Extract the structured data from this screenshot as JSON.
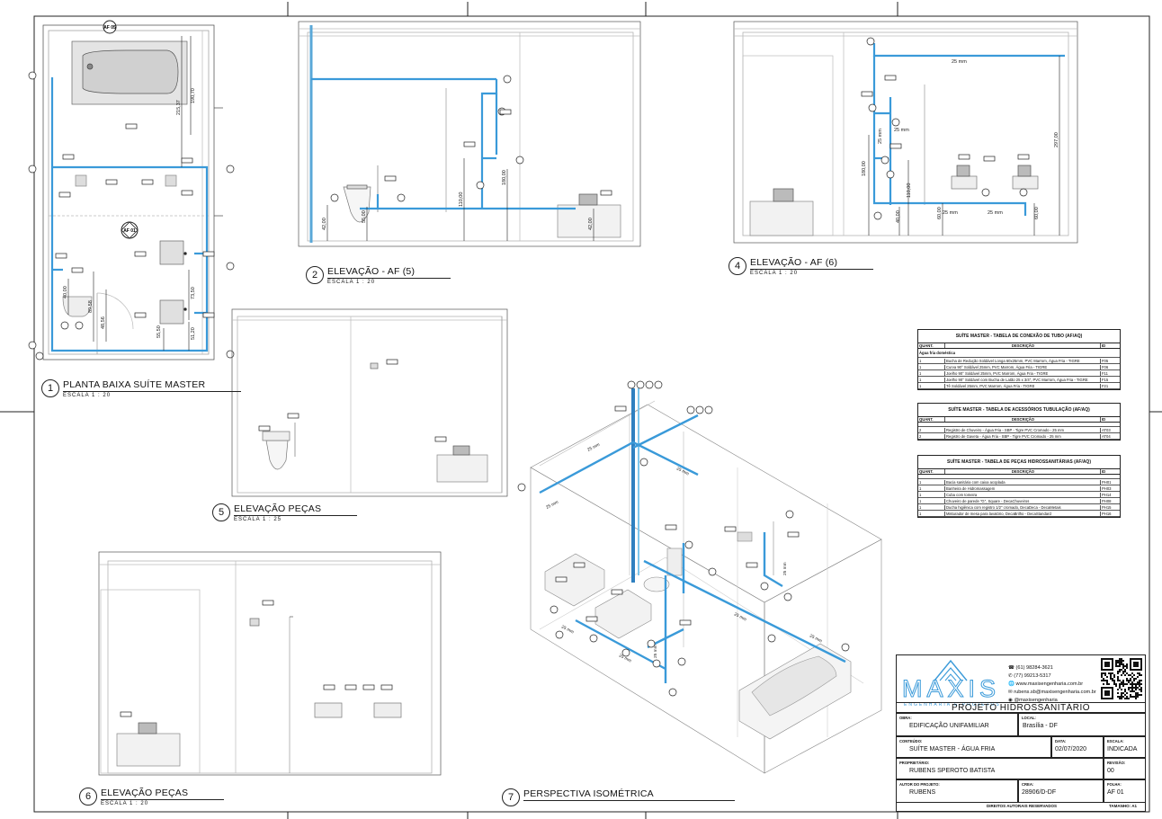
{
  "views": [
    {
      "num": "1",
      "name": "PLANTA BAIXA SUÍTE MASTER",
      "scale": "ESCALA  1 : 20"
    },
    {
      "num": "2",
      "name": "ELEVAÇÃO - AF (5)",
      "scale": "ESCALA  1 : 20"
    },
    {
      "num": "4",
      "name": "ELEVAÇÃO - AF (6)",
      "scale": "ESCALA  1 : 20"
    },
    {
      "num": "5",
      "name": "ELEVAÇÃO PEÇAS",
      "scale": "ESCALA  1 : 25"
    },
    {
      "num": "6",
      "name": "ELEVAÇÃO PEÇAS",
      "scale": "ESCALA  1 : 20"
    },
    {
      "num": "7",
      "name": "PERSPECTIVA ISOMÉTRICA",
      "scale": ""
    }
  ],
  "plan_tags": {
    "section_top": "AF 05",
    "section_mid": "AF 01"
  },
  "dims": {
    "plan": [
      "215,37",
      "190,70",
      "40,00",
      "89,58",
      "48,56",
      "55,50",
      "73,50",
      "51,20"
    ],
    "elev2": [
      "42,00",
      "55,00",
      "110,00",
      "180,00",
      "42,00"
    ],
    "elev4": [
      "180,00",
      "25 mm",
      "40,00",
      "110,00",
      "60,00",
      "60,00",
      "297,00",
      "25 mm",
      "25 mm",
      "25 mm",
      "25 mm"
    ],
    "iso": [
      "25 mm",
      "25 mm",
      "25 mm",
      "25 mm",
      "25 mm",
      "25 mm",
      "25 mm",
      "25 mm",
      "25 mm"
    ]
  },
  "tables": {
    "conexao": {
      "title": "SUÍTE MASTER - TABELA DE CONEXÃO DE TUBO (AF/AQ)",
      "headers": [
        "QUANT.",
        "DESCRIÇÃO",
        "ID"
      ],
      "group": "Água fria doméstica",
      "rows": [
        [
          "1",
          "Bucha de Redução Soldável Longa 60x25mm, PVC Marrom, Água Fria - TIGRE",
          "F05"
        ],
        [
          "1",
          "Curva 90° Soldável 25mm, PVC Marrom, Água Fria - TIGRE",
          "F06"
        ],
        [
          "1",
          "Joelho 90° Soldável 25mm, PVC Marrom, Água Fria - TIGRE",
          "F11"
        ],
        [
          "1",
          "Joelho 90° Soldável com Bucha de Latão 25 x 3/4\", PVC Marrom, Água Fria - TIGRE",
          "F15"
        ],
        [
          "1",
          "Tê Soldável 25mm, PVC Marrom, Água Fria - TIGRE",
          "F21"
        ]
      ]
    },
    "acessorios": {
      "title": "SUÍTE MASTER - TABELA DE ACESSÓRIOS TUBULAÇÃO (AF/AQ)",
      "headers": [
        "QUANT.",
        "DESCRIÇÃO",
        "ID"
      ],
      "rows": [
        [
          "2",
          "Registro de Chuveiro - Água Fria - SBP - Tigre PVC Cromado - 25 mm",
          "AT03"
        ],
        [
          "2",
          "Registro de Gaveta - Água Fria - SBP - Tigre PVC Cromado - 25 mm",
          "AT04"
        ]
      ]
    },
    "pecas": {
      "title": "SUÍTE MASTER - TABELA DE PEÇAS HIDROSSANITÁRIAS (AF/AQ)",
      "headers": [
        "QUANT.",
        "DESCRIÇÃO",
        "ID"
      ],
      "rows": [
        [
          "1",
          "Bacia sanitária com caixa acoplada",
          "PH01"
        ],
        [
          "1",
          "Banheira de Hidromassagem",
          "PH03"
        ],
        [
          "1",
          "Cuba com tomeira",
          "PH14"
        ],
        [
          "1",
          "Chuveiro de parede \"G\", Square - DecaChuveiros",
          "PH08"
        ],
        [
          "1",
          "Ducha higiênica com registro 1/2\" cromado, DecaDeca - DecaMetais",
          "PH15"
        ],
        [
          "1",
          "Misturador de mesa para lavatório, DecaBrilho - DecaStandard",
          "PH16"
        ]
      ]
    }
  },
  "company": {
    "name": "MAXIS",
    "tagline": "ENGENHARIA E PROJETOS",
    "phone1": "(61) 98284-3621",
    "phone2": "(77) 99213-5317",
    "web": "www.maxisengenharia.com.br",
    "email": "rubens.sb@maxisengenharia.com.br",
    "insta": "@maxisengenharia"
  },
  "titleblock": {
    "project": "PROJETO HIDROSSANITÁRIO",
    "obra_label": "OBRA:",
    "obra": "EDIFICAÇÃO UNIFAMILIAR",
    "local_label": "LOCAL:",
    "local": "Brasília - DF",
    "conteudo_label": "CONTEÚDO:",
    "conteudo": "SUÍTE MASTER - ÁGUA FRIA",
    "data_label": "DATA:",
    "data": "02/07/2020",
    "escala_label": "ESCALA:",
    "escala": "INDICADA",
    "prop_label": "PROPRIETÁRIO:",
    "prop": "RUBENS SPEROTO BATISTA",
    "rev_label": "REVISÃO:",
    "rev": "00",
    "autor_label": "AUTOR DO PROJETO:",
    "autor": "RUBENS",
    "crea_label": "CREA:",
    "crea": "28906/D-DF",
    "folha_label": "FOLHA:",
    "folha": "AF 01",
    "rights": "DIREITOS AUTORAIS RESERVADOS",
    "size": "TAMANHO: A1"
  },
  "colors": {
    "pipe": "#3a9ad9",
    "pipe_light": "#7cc6ec",
    "line": "#333333",
    "fixture": "#b0b0b0"
  }
}
